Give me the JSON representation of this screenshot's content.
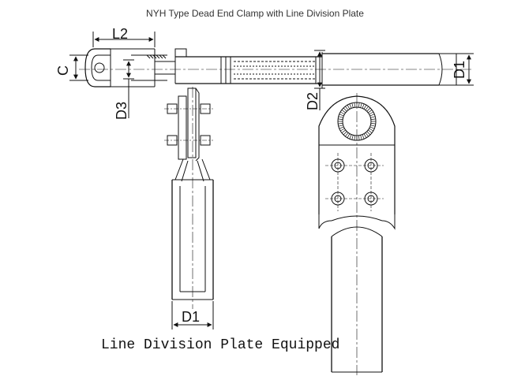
{
  "title": "NYH Type Dead End Clamp with Line Division Plate",
  "caption": "Line Division Plate Equipped",
  "dimensions": {
    "l2": "L2",
    "c": "C",
    "d3": "D3",
    "d2": "D2",
    "d1_right": "D1",
    "d1_bottom": "D1"
  },
  "colors": {
    "line": "#111111",
    "background": "#ffffff"
  }
}
